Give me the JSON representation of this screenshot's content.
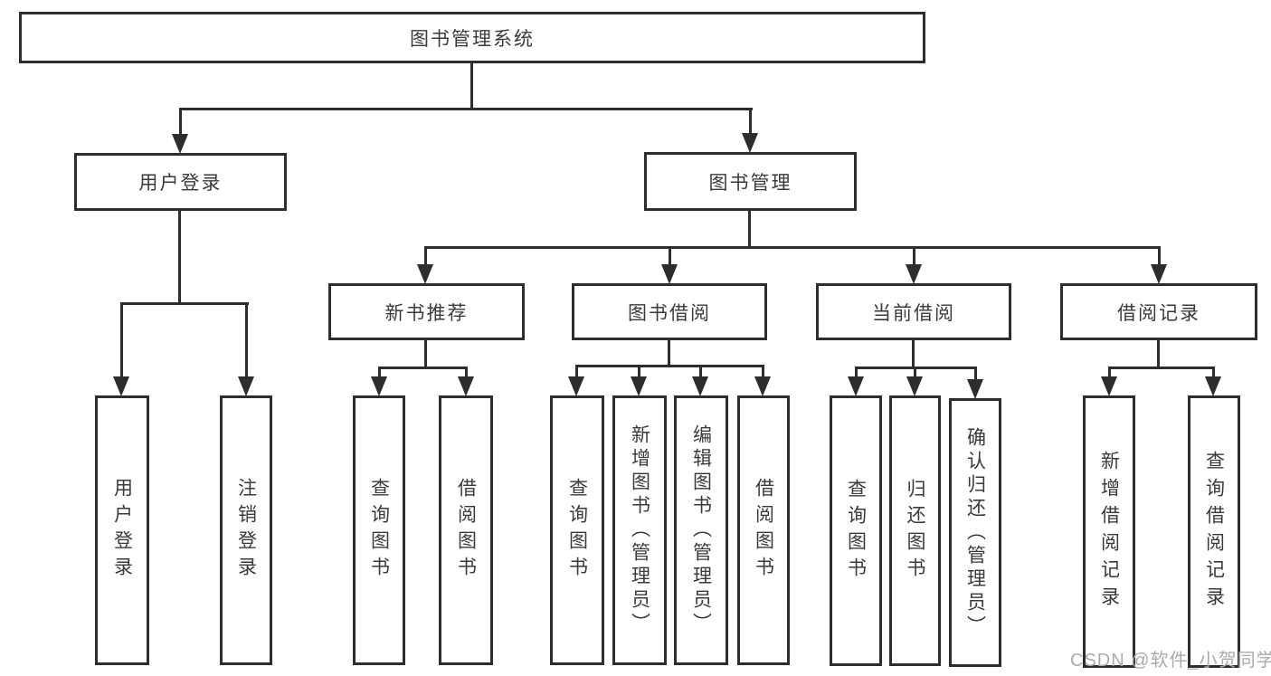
{
  "tree": {
    "label": "图书管理系统",
    "children": [
      {
        "label": "用户登录",
        "children": [
          {
            "label": "用户登录"
          },
          {
            "label": "注销登录"
          }
        ]
      },
      {
        "label": "图书管理",
        "children": [
          {
            "label": "新书推荐",
            "children": [
              {
                "label": "查询图书"
              },
              {
                "label": "借阅图书"
              }
            ]
          },
          {
            "label": "图书借阅",
            "children": [
              {
                "label": "查询图书"
              },
              {
                "label": "新增图书（管理员）"
              },
              {
                "label": "编辑图书（管理员）"
              },
              {
                "label": "借阅图书"
              }
            ]
          },
          {
            "label": "当前借阅",
            "children": [
              {
                "label": "查询图书"
              },
              {
                "label": "归还图书"
              },
              {
                "label": "确认归还（管理员）"
              }
            ]
          },
          {
            "label": "借阅记录",
            "children": [
              {
                "label": "新增借阅记录"
              },
              {
                "label": "查询借阅记录"
              }
            ]
          }
        ]
      }
    ]
  },
  "watermark": {
    "text": "CSDN @软件_小贺同学"
  },
  "colors": {
    "line": "#2d2d2d",
    "box_border": "#2d2d2d",
    "text": "#3a3a3a",
    "watermark": "#ababab",
    "background": "#ffffff"
  }
}
